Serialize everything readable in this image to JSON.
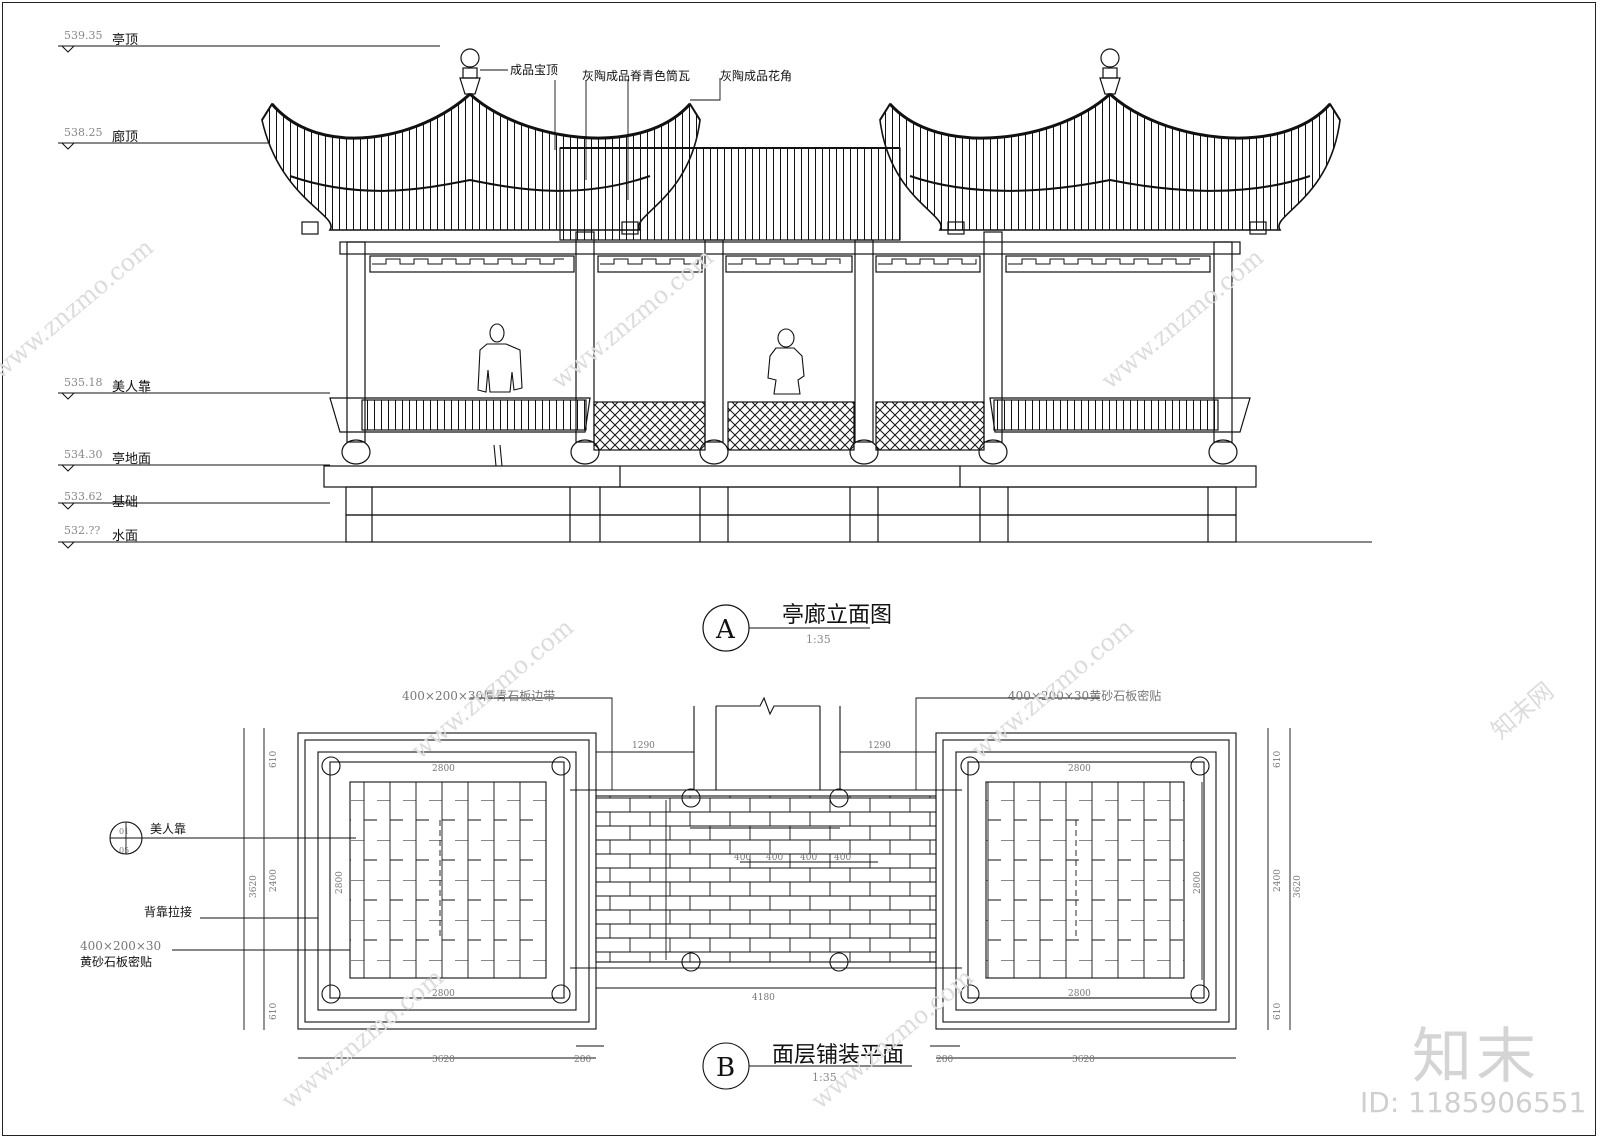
{
  "elevation": {
    "levels": [
      {
        "value": "539.35",
        "label": "亭顶"
      },
      {
        "value": "538.25",
        "label": "廊顶"
      },
      {
        "value": "535.18",
        "label": "美人靠"
      },
      {
        "value": "534.30",
        "label": "亭地面"
      },
      {
        "value": "533.62",
        "label": "基础"
      },
      {
        "value": "532.??",
        "label": "水面"
      }
    ],
    "callouts": {
      "finial": "成品宝顶",
      "ridge_tile": "灰陶成品脊青色筒瓦",
      "corner": "灰陶成品花角"
    },
    "title": {
      "symbol": "A",
      "name": "亭廊立面图",
      "scale": "1:35"
    }
  },
  "plan": {
    "labels": {
      "border_strip": "400×200×30厚青石板边带",
      "paving_right": "400×200×30黄砂石板密贴",
      "bench": "美人靠",
      "backrest": "背靠拉接",
      "paving_left_1": "400×200×30",
      "paving_left_2": "黄砂石板密贴",
      "detail_top": "01",
      "detail_bottom": "05"
    },
    "dims": {
      "d1290": "1290",
      "d2800": "2800",
      "d3620": "3620",
      "d2400": "2400",
      "d610": "610",
      "d4180": "4180",
      "d280": "280",
      "d400": "400"
    },
    "title": {
      "symbol": "B",
      "name": "面层铺装平面",
      "scale": "1:35"
    }
  },
  "watermark": {
    "logo": "知末",
    "id": "ID: 1185906551",
    "site": "www.znzmo.com",
    "brand": "知末网"
  }
}
